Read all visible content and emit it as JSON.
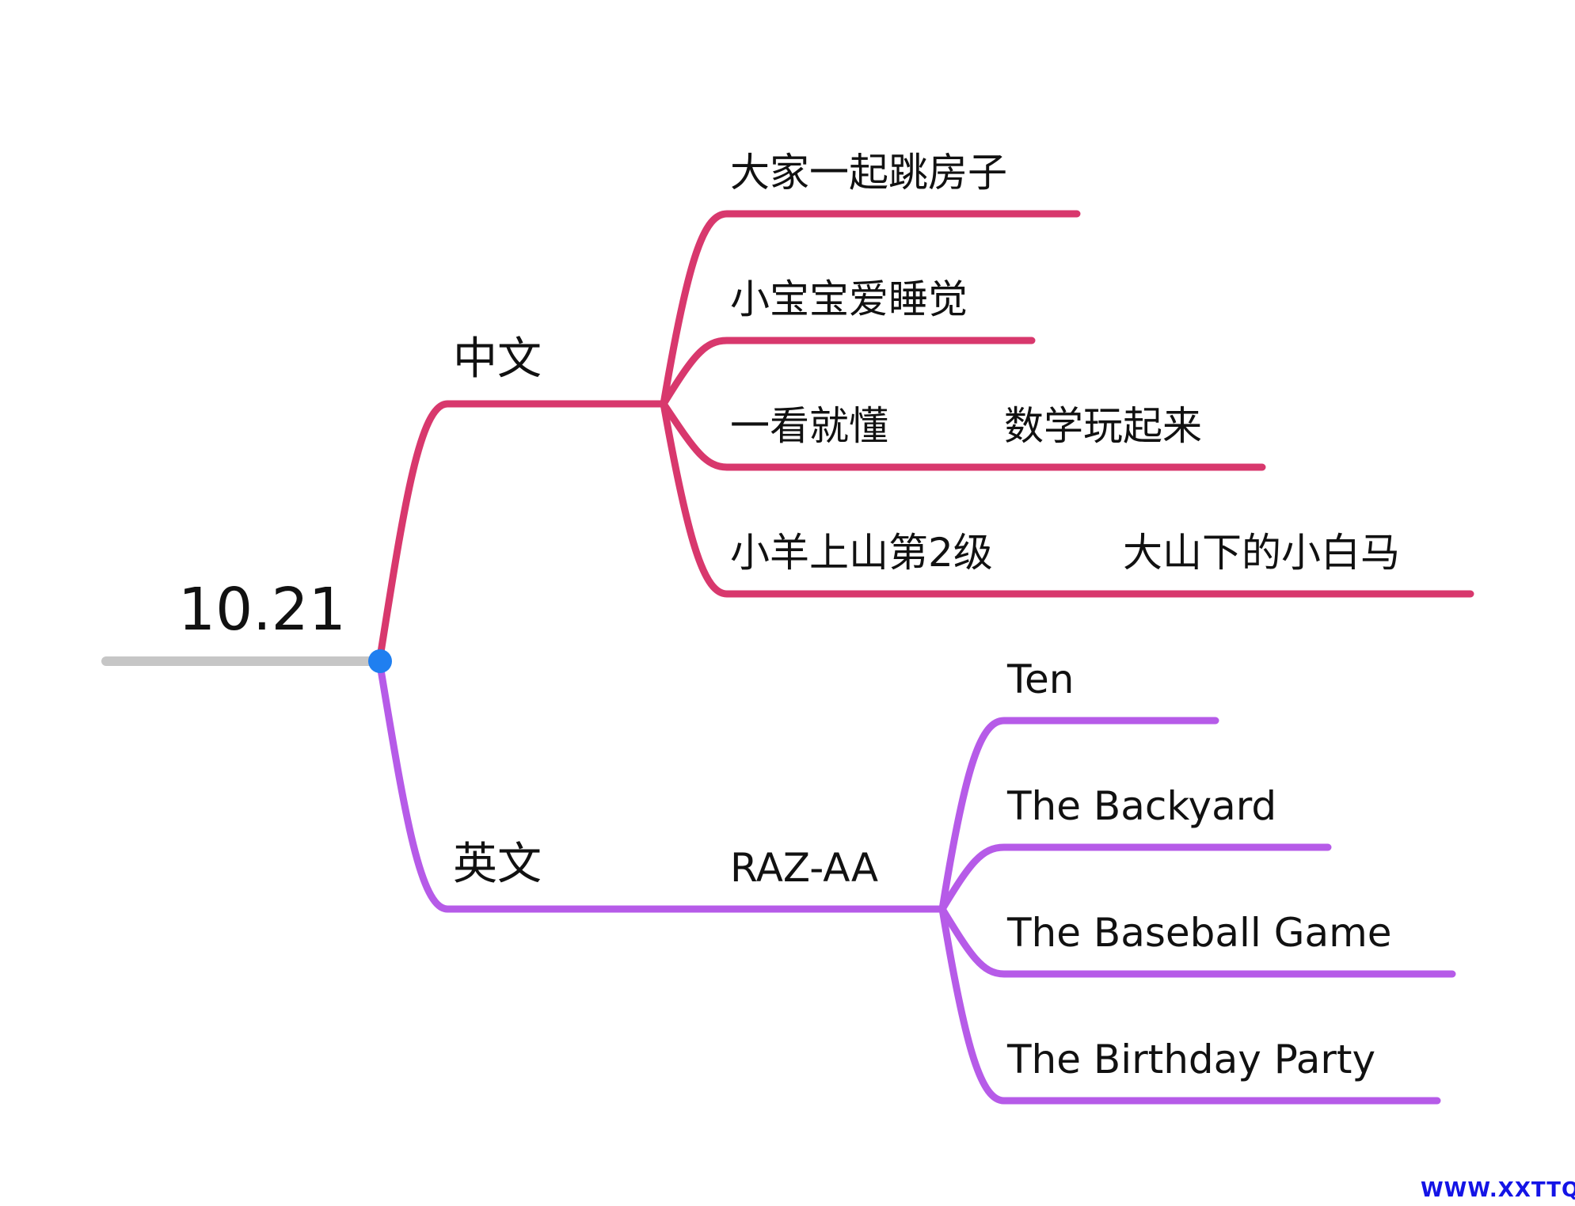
{
  "root": {
    "label": "10.21"
  },
  "branches": [
    {
      "label": "中文",
      "children": [
        {
          "label": "大家一起跳房子"
        },
        {
          "label": "小宝宝爱睡觉"
        },
        {
          "label": "一看就懂",
          "children": [
            {
              "label": "数学玩起来"
            }
          ]
        },
        {
          "label": "小羊上山第2级",
          "children": [
            {
              "label": "大山下的小白马"
            }
          ]
        }
      ]
    },
    {
      "label": "英文",
      "children": [
        {
          "label": "RAZ-AA",
          "children": [
            {
              "label": "Ten"
            },
            {
              "label": "The Backyard"
            },
            {
              "label": "The Baseball Game"
            },
            {
              "label": "The Birthday Party"
            }
          ]
        }
      ]
    }
  ],
  "colors": {
    "root_line": "#c6c6c6",
    "junction_dot": "#1f7ff0",
    "chinese_branch": "#d8386d",
    "english_branch": "#b65be8",
    "watermark": "#1414e6"
  },
  "watermark": {
    "text": "WWW.XXTTQ.COM"
  }
}
